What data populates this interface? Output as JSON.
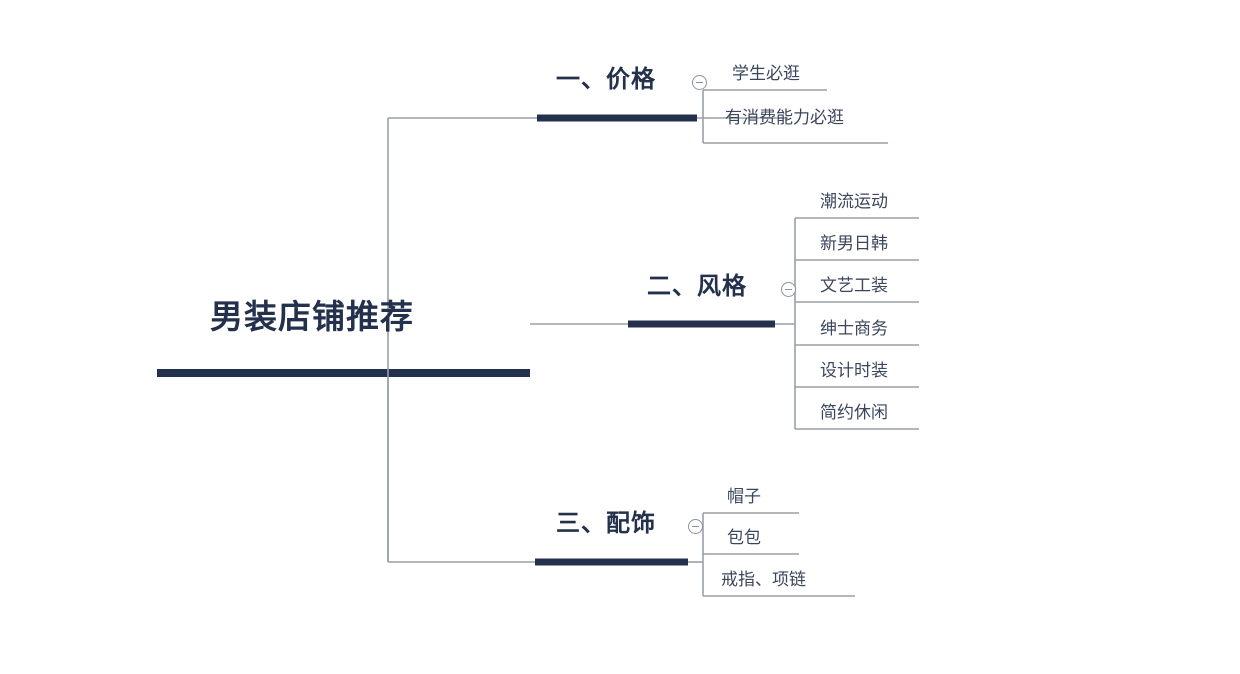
{
  "diagram": {
    "type": "mind-map",
    "title": "男装店铺推荐",
    "colors": {
      "bar": "#24314d",
      "branch_text": "#24314d",
      "leaf_text": "#3c465c",
      "connector": "#9aa0a8",
      "background": "#ffffff"
    },
    "root": {
      "label": "男装店铺推荐",
      "toggle_icon": "collapse-minus-icon"
    },
    "branches": [
      {
        "index": "1",
        "label": "一、价格",
        "toggle_icon": "collapse-minus-icon",
        "children": [
          {
            "label": "学生必逛"
          },
          {
            "label": "有消费能力必逛"
          }
        ]
      },
      {
        "index": "2",
        "label": "二、风格",
        "toggle_icon": "collapse-minus-icon",
        "children": [
          {
            "label": "潮流运动"
          },
          {
            "label": "新男日韩"
          },
          {
            "label": "文艺工装"
          },
          {
            "label": "绅士商务"
          },
          {
            "label": "设计时装"
          },
          {
            "label": "简约休闲"
          }
        ]
      },
      {
        "index": "3",
        "label": "三、配饰",
        "toggle_icon": "collapse-minus-icon",
        "children": [
          {
            "label": "帽子"
          },
          {
            "label": "包包"
          },
          {
            "label": "戒指、项链"
          }
        ]
      }
    ]
  }
}
